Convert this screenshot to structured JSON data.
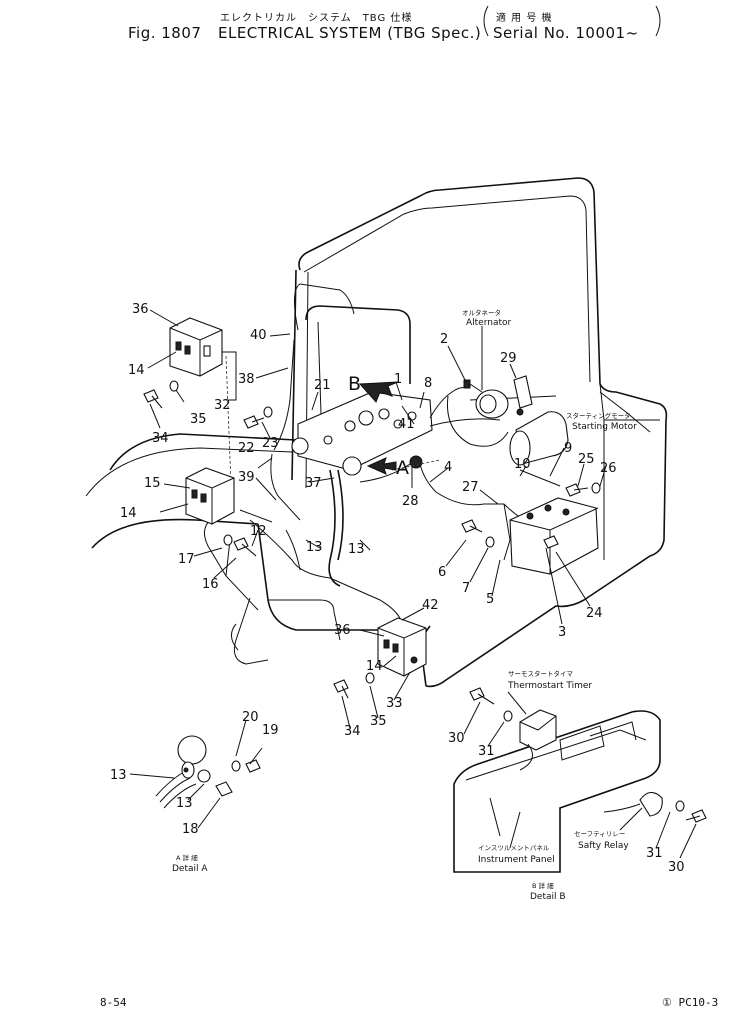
{
  "header": {
    "jp_title": "エレクトリカル　システム　TBG 仕様",
    "applicable_jp": "適 用 号 機",
    "fig_number": "Fig. 1807",
    "title": "ELECTRICAL SYSTEM (TBG Spec.)",
    "serial": "Serial No. 10001~"
  },
  "callouts": [
    "36",
    "14",
    "32",
    "35",
    "34",
    "40",
    "38",
    "21",
    "1",
    "8",
    "2",
    "29",
    "23",
    "22",
    "39",
    "37",
    "41",
    "28",
    "4",
    "10",
    "9",
    "25",
    "26",
    "27",
    "15",
    "14",
    "12",
    "17",
    "16",
    "13",
    "13",
    "6",
    "7",
    "5",
    "3",
    "24",
    "42",
    "36",
    "14",
    "33",
    "35",
    "34",
    "20",
    "19",
    "13",
    "13",
    "18",
    "30",
    "31",
    "31",
    "30"
  ],
  "labels": {
    "alternator_jp": "オルタネータ",
    "alternator": "Alternator",
    "starting_motor_jp": "スターティングモータ",
    "starting_motor": "Starting Motor",
    "thermostart_timer_jp": "サーモスタートタイマ",
    "thermostart_timer": "Thermostart Timer",
    "safety_relay_jp": "セーフティリレー",
    "safety_relay": "Safty Relay",
    "instrument_panel_jp": "インスツルメントパネル",
    "instrument_panel": "Instrument Panel",
    "detail_a_jp": "A 詳 細",
    "detail_a": "Detail A",
    "detail_b_jp": "B 詳 細",
    "detail_b": "Detail B",
    "arrow_a": "A",
    "arrow_b": "B"
  },
  "footer": {
    "page": "8-54",
    "model": "① PC10-3"
  }
}
